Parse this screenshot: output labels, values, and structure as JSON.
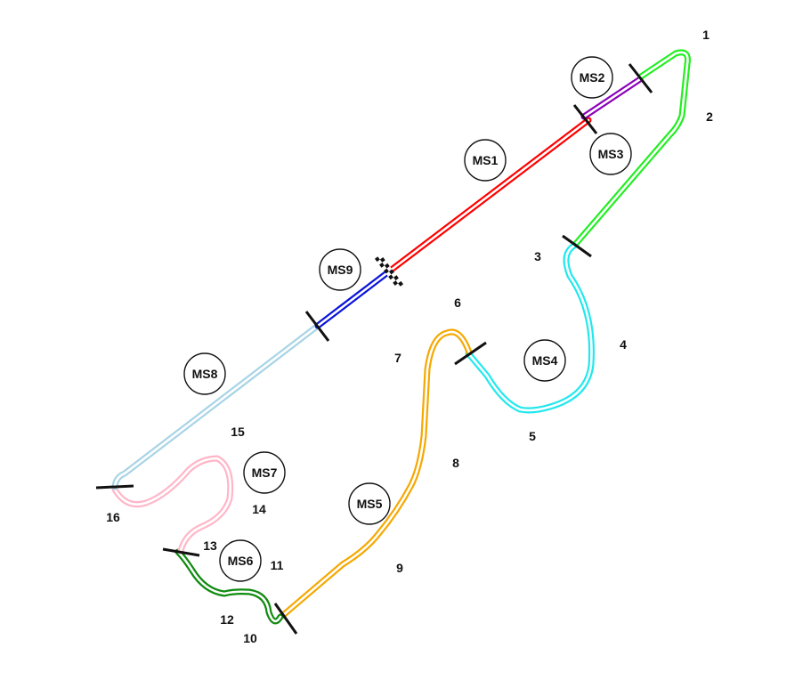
{
  "sectors": [
    {
      "id": "MS1",
      "label": "MS1",
      "color": "#ff0000"
    },
    {
      "id": "MS2",
      "label": "MS2",
      "color": "#8a00b8"
    },
    {
      "id": "MS3",
      "label": "MS3",
      "color": "#22ee22"
    },
    {
      "id": "MS4",
      "label": "MS4",
      "color": "#22e8ee"
    },
    {
      "id": "MS5",
      "label": "MS5",
      "color": "#f5a800"
    },
    {
      "id": "MS6",
      "label": "MS6",
      "color": "#108a10"
    },
    {
      "id": "MS7",
      "label": "MS7",
      "color": "#ffb6c8"
    },
    {
      "id": "MS8",
      "label": "MS8",
      "color": "#a8d4e6"
    },
    {
      "id": "MS9",
      "label": "MS9",
      "color": "#0a14d8"
    }
  ],
  "turns": [
    "1",
    "2",
    "3",
    "4",
    "5",
    "6",
    "7",
    "8",
    "9",
    "10",
    "11",
    "12",
    "13",
    "14",
    "15",
    "16"
  ],
  "colors": {
    "track_inner": "#ffffff",
    "marker": "#111111",
    "text": "#111111"
  }
}
